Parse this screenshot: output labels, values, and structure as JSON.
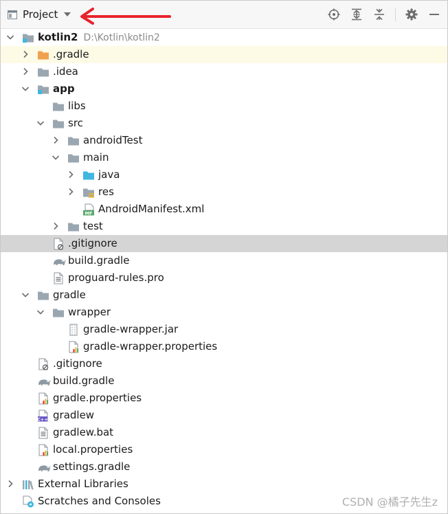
{
  "header": {
    "view_title": "Project"
  },
  "tree": [
    {
      "label": "kotlin2",
      "path": "D:\\Kotlin\\kotlin2",
      "depth": 0,
      "arrow": "down",
      "icon": "module-folder-icon",
      "bold": true
    },
    {
      "label": ".gradle",
      "depth": 1,
      "arrow": "right",
      "icon": "orange-folder-icon",
      "highlight": "yellow"
    },
    {
      "label": ".idea",
      "depth": 1,
      "arrow": "right",
      "icon": "folder-icon"
    },
    {
      "label": "app",
      "depth": 1,
      "arrow": "down",
      "icon": "module-folder-icon",
      "bold": true
    },
    {
      "label": "libs",
      "depth": 2,
      "arrow": "none",
      "icon": "folder-icon"
    },
    {
      "label": "src",
      "depth": 2,
      "arrow": "down",
      "icon": "folder-icon"
    },
    {
      "label": "androidTest",
      "depth": 3,
      "arrow": "right",
      "icon": "folder-icon"
    },
    {
      "label": "main",
      "depth": 3,
      "arrow": "down",
      "icon": "folder-icon"
    },
    {
      "label": "java",
      "depth": 4,
      "arrow": "right",
      "icon": "source-folder-icon"
    },
    {
      "label": "res",
      "depth": 4,
      "arrow": "right",
      "icon": "resource-folder-icon"
    },
    {
      "label": "AndroidManifest.xml",
      "depth": 4,
      "arrow": "none",
      "icon": "manifest-file-icon"
    },
    {
      "label": "test",
      "depth": 3,
      "arrow": "right",
      "icon": "folder-icon"
    },
    {
      "label": ".gitignore",
      "depth": 2,
      "arrow": "none",
      "icon": "ignore-file-icon",
      "highlight": "selected"
    },
    {
      "label": "build.gradle",
      "depth": 2,
      "arrow": "none",
      "icon": "gradle-elephant-icon"
    },
    {
      "label": "proguard-rules.pro",
      "depth": 2,
      "arrow": "none",
      "icon": "text-file-icon"
    },
    {
      "label": "gradle",
      "depth": 1,
      "arrow": "down",
      "icon": "folder-icon"
    },
    {
      "label": "wrapper",
      "depth": 2,
      "arrow": "down",
      "icon": "folder-icon"
    },
    {
      "label": "gradle-wrapper.jar",
      "depth": 3,
      "arrow": "none",
      "icon": "jar-file-icon"
    },
    {
      "label": "gradle-wrapper.properties",
      "depth": 3,
      "arrow": "none",
      "icon": "properties-file-icon"
    },
    {
      "label": ".gitignore",
      "depth": 1,
      "arrow": "none",
      "icon": "ignore-file-icon"
    },
    {
      "label": "build.gradle",
      "depth": 1,
      "arrow": "none",
      "icon": "gradle-elephant-icon"
    },
    {
      "label": "gradle.properties",
      "depth": 1,
      "arrow": "none",
      "icon": "properties-file-icon"
    },
    {
      "label": "gradlew",
      "depth": 1,
      "arrow": "none",
      "icon": "cpp-file-icon"
    },
    {
      "label": "gradlew.bat",
      "depth": 1,
      "arrow": "none",
      "icon": "text-file-icon"
    },
    {
      "label": "local.properties",
      "depth": 1,
      "arrow": "none",
      "icon": "properties-file-icon"
    },
    {
      "label": "settings.gradle",
      "depth": 1,
      "arrow": "none",
      "icon": "gradle-elephant-icon"
    },
    {
      "label": "External Libraries",
      "depth": 0,
      "arrow": "right",
      "icon": "libraries-icon"
    },
    {
      "label": "Scratches and Consoles",
      "depth": 0,
      "arrow": "none",
      "icon": "scratches-icon"
    }
  ],
  "watermark": "CSDN @橘子先生z",
  "colors": {
    "folder": "#9aa7b0",
    "source_folder": "#40b6e0",
    "excluded_folder": "#f0a150",
    "arrow_annotation": "#e8222c",
    "selection": "#d5d5d5",
    "highlight": "#fdfbe6"
  }
}
